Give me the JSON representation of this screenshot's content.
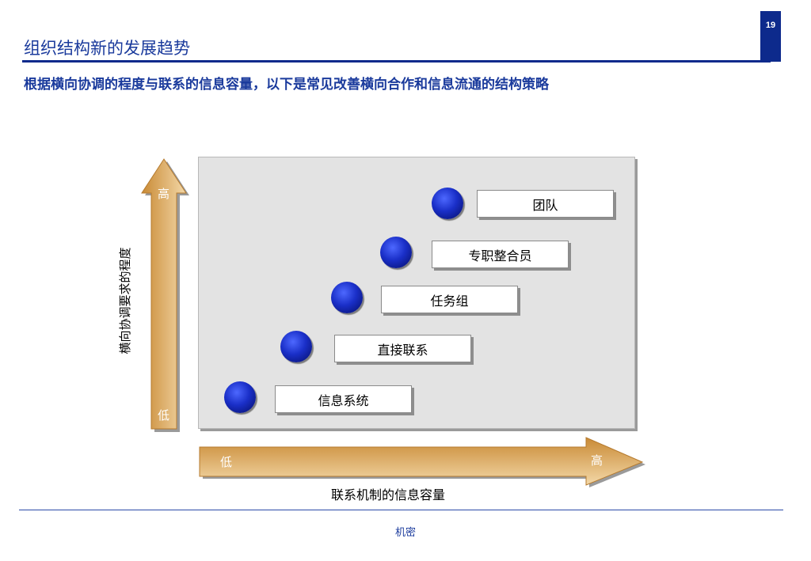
{
  "page": {
    "number": "19",
    "title": "组织结构新的发展趋势",
    "subtitle": "根据横向协调的程度与联系的信息容量，以下是常见改善横向合作和信息流通的结构策略"
  },
  "diagram": {
    "y_axis": {
      "label": "横向协调要求的程度",
      "high": "高",
      "low": "低"
    },
    "x_axis": {
      "label": "联系机制的信息容量",
      "low": "低",
      "high": "高"
    },
    "steps": [
      {
        "label": "信息系统"
      },
      {
        "label": "直接联系"
      },
      {
        "label": "任务组"
      },
      {
        "label": "专职整合员"
      },
      {
        "label": "团队"
      }
    ]
  },
  "footer": {
    "text": "机密"
  },
  "colors": {
    "brand_blue": "#0d2a8c",
    "arrow_orange": "#c98a35",
    "arrow_light": "#f3d8a8",
    "ball_blue": "#1a2fc8",
    "panel_gray": "#e3e3e3"
  },
  "icons": {
    "bullet": "blue-sphere-icon",
    "arrow": "gradient-arrow-icon"
  }
}
